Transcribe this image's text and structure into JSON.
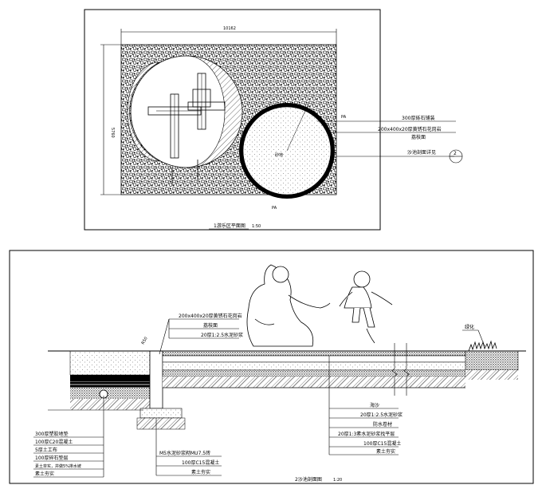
{
  "plan": {
    "dimension_width": "10162",
    "dimension_height": "5760",
    "label_pa_right": "PA",
    "label_pa_bottom": "PA",
    "sand_center_label": "砂地",
    "callouts": [
      "300厚砾石铺装",
      "200x400x20厚黄锈石花岗岩",
      "荔枝面",
      "沙池剖面详见"
    ],
    "section_ref_number": "2",
    "title": "1游乐区平面图",
    "scale": "1:50"
  },
  "section": {
    "callouts_top": [
      "200x400x20厚黄锈石花岗岩",
      "荔枝面",
      "20厚1:2.5水泥砂浆"
    ],
    "dimension_r": "R50",
    "green_label": "绿化",
    "callouts_right": [
      "海沙",
      "20厚1:2.5水泥砂浆",
      "防水卷材",
      "20厚1:3素水泥砂浆找平层",
      "100厚C15混凝土",
      "素土夯实"
    ],
    "callouts_left": [
      "300厚塑胶地垫",
      "100厚C20混凝土",
      "5厚土工布",
      "100厚碎石垫层",
      "素土夯实，并做5%排水坡",
      "素土夯实"
    ],
    "callouts_middle": [
      "M5水泥砂浆砌MU7.5砖",
      "100厚C15混凝土",
      "素土夯实"
    ],
    "title": "2沙池剖面图",
    "scale": "1:20"
  }
}
